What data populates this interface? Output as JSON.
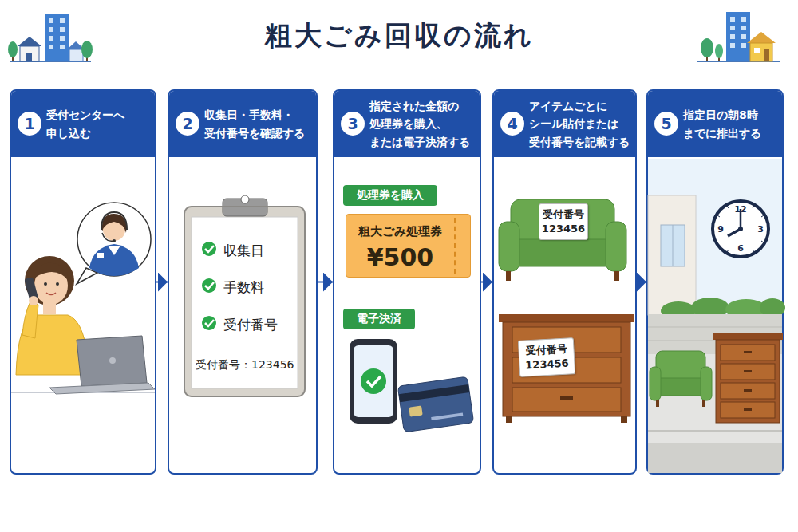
{
  "diagram": {
    "title": "粗大ごみ回収の流れ",
    "nodes": [
      {
        "text": [
          "受付センターへ 申し込む"
        ]
      },
      {
        "text": [
          "1"
        ],
        "in": 0
      },
      {
        "text": [
          "収集日・手数料・ 受付番号を確認する"
        ]
      },
      {
        "text": [
          "2"
        ],
        "in": 2
      },
      {
        "text": [
          "収集日",
          "手数料",
          "受付番号",
          "受付番号：123456"
        ],
        "in": 2
      },
      {
        "text": [
          "指定された金額の 処理券を購入、 または電子決済する"
        ]
      },
      {
        "text": [
          "3"
        ],
        "in": 5
      },
      {
        "text": [
          "処理券を購入"
        ],
        "in": 5
      },
      {
        "text": [
          "粗大ごみ処理券",
          "¥500"
        ],
        "in": 5
      },
      {
        "text": [
          "電子決済"
        ],
        "in": 5
      },
      {
        "text": [
          "アイテムごとに シール貼付または 受付番号を記載する"
        ]
      },
      {
        "text": [
          "4"
        ],
        "in": 10
      },
      {
        "text": [
          "受付番号 123456"
        ],
        "in": 10
      },
      {
        "text": [
          "受付番号 123456"
        ],
        "in": 10
      },
      {
        "text": [
          "指定日の朝8時 までに排出する"
        ]
      },
      {
        "text": [
          "5"
        ],
        "in": 14
      }
    ],
    "edges": [
      {
        "from": 0,
        "to": 2,
        "arrow": "to"
      },
      {
        "from": 2,
        "to": 5,
        "arrow": "to"
      },
      {
        "from": 5,
        "to": 10,
        "arrow": "to"
      },
      {
        "from": 10,
        "to": 14,
        "arrow": "to"
      }
    ],
    "labels": [
      "12",
      "3",
      "6",
      "9"
    ]
  }
}
